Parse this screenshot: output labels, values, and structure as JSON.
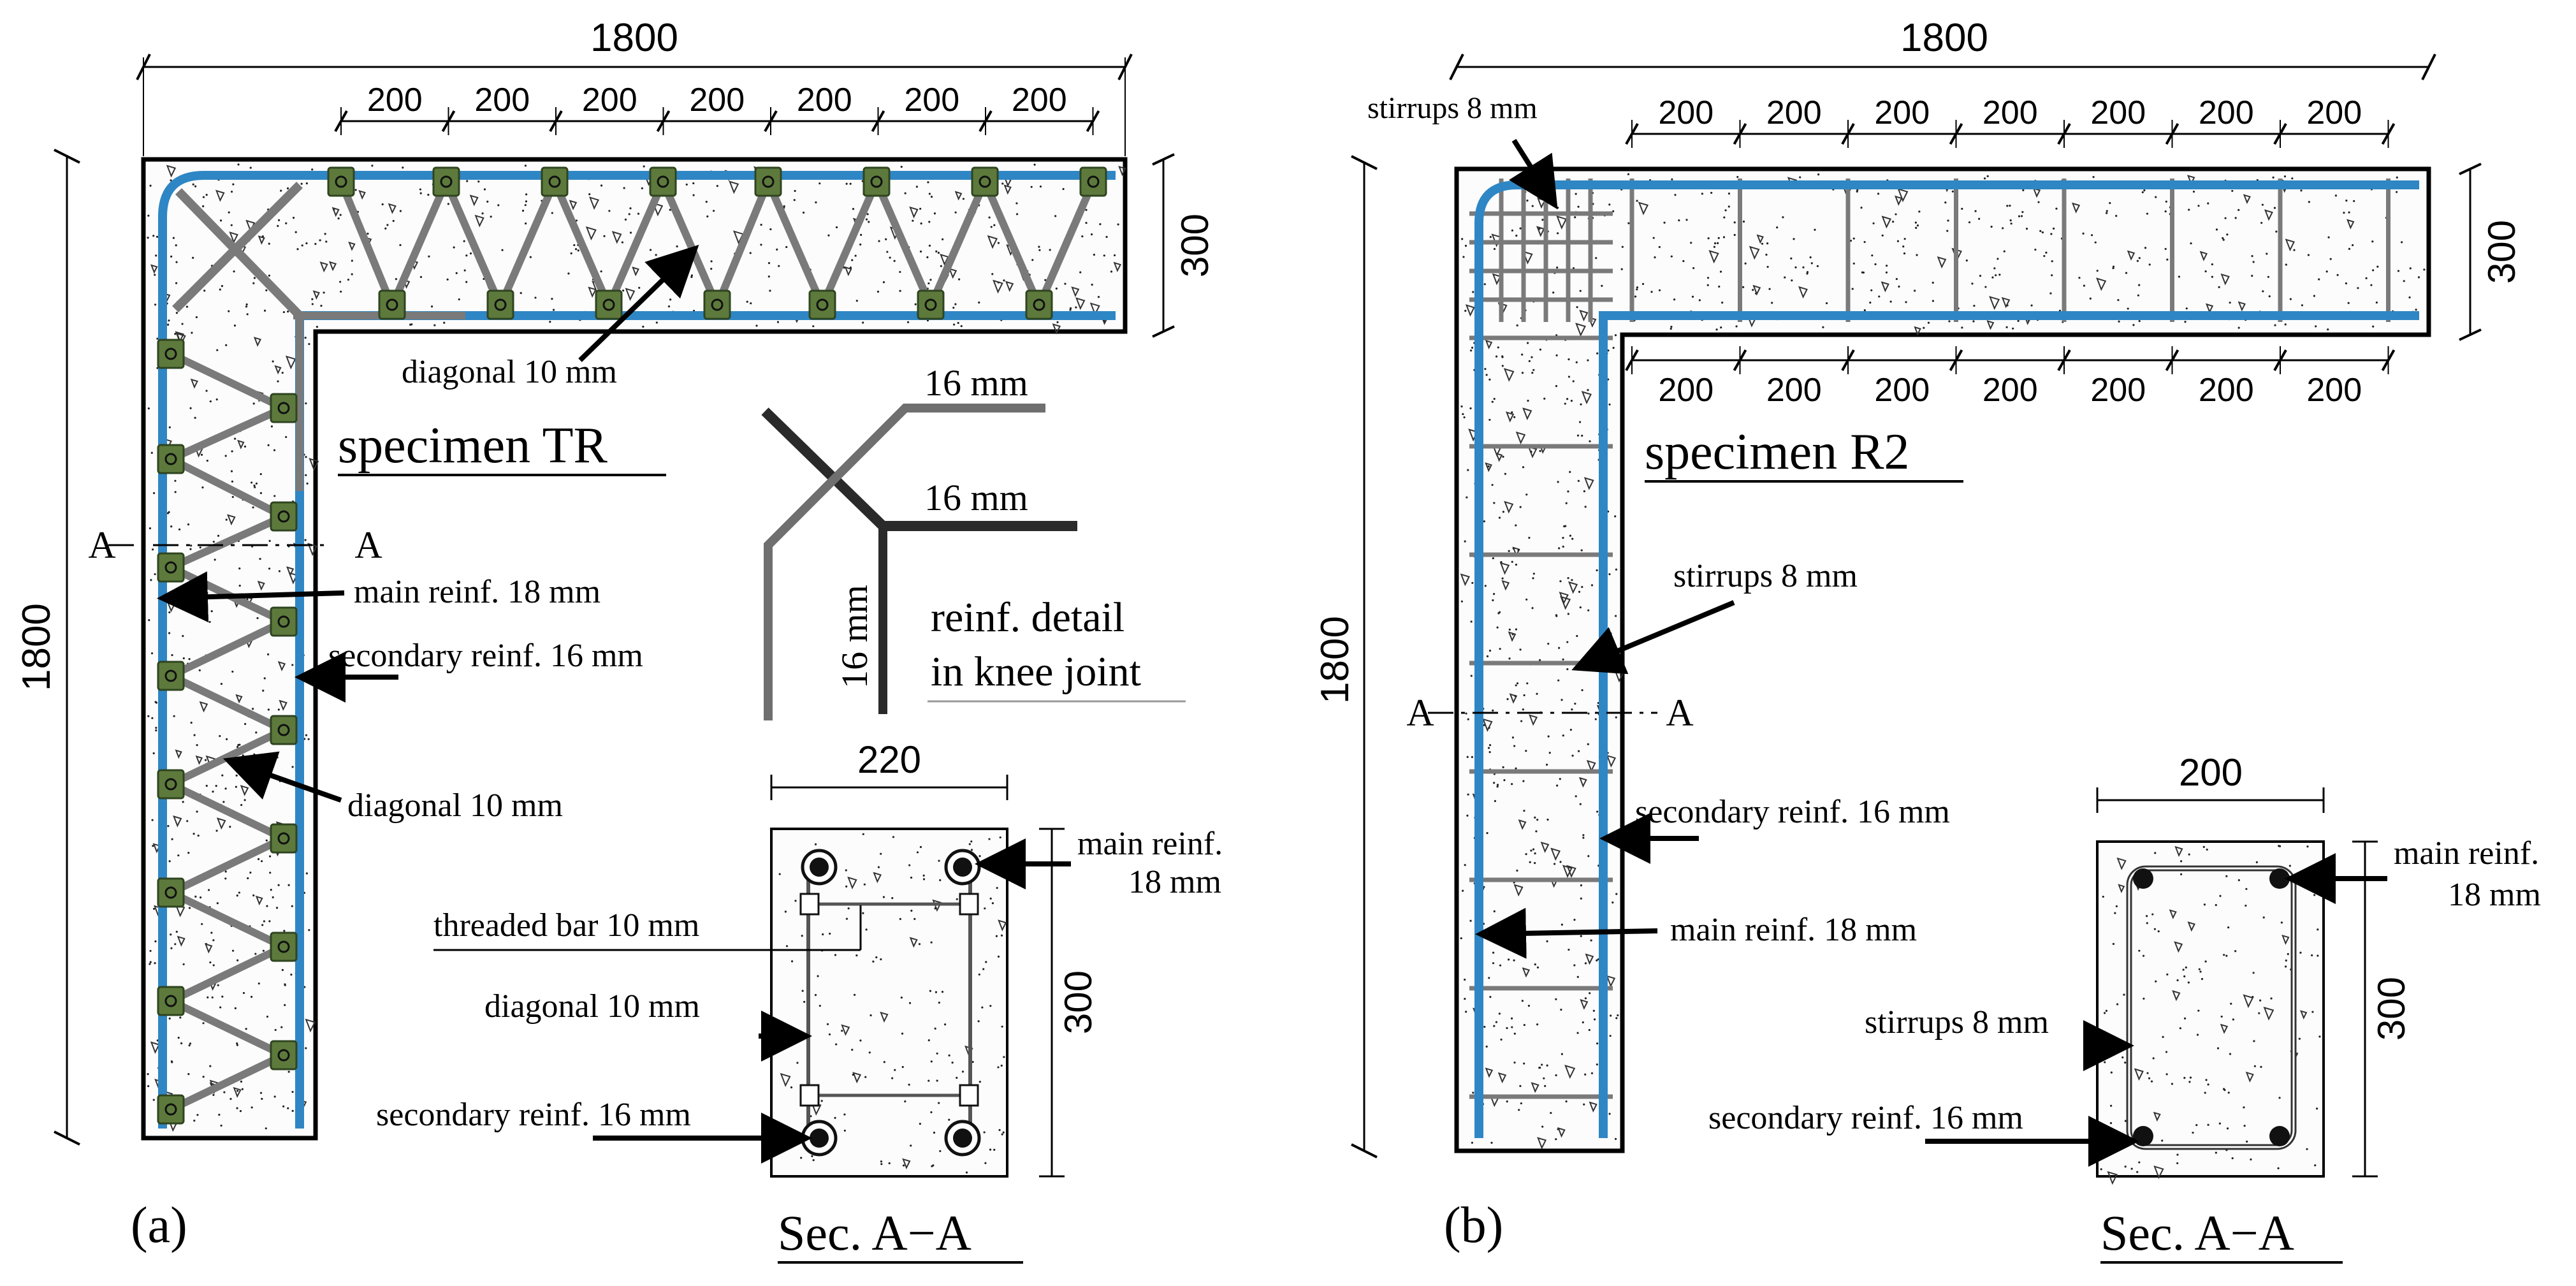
{
  "colors": {
    "main_bar": "#2f86c4",
    "diag_bar": "#7a7a7a",
    "clamp": "#5d7a3c",
    "clamp_dark": "#2f4420",
    "outline": "#000000"
  },
  "panel_a": {
    "label": "(a)",
    "dim_overall_width": "1800",
    "dim_overall_height": "1800",
    "dim_segment": "200",
    "dim_depth": "300",
    "specimen_title": "specimen TR",
    "label_diagonal_top": "diagonal 10 mm",
    "label_main_reinf": "main reinf. 18 mm",
    "label_secondary_reinf": "secondary reinf. 16 mm",
    "label_diagonal_col": "diagonal 10 mm",
    "section_mark": "A",
    "knee_label_1": "16 mm",
    "knee_label_2": "16 mm",
    "knee_label_3": "16 mm",
    "knee_caption_1": "reinf. detail",
    "knee_caption_2": "in knee joint",
    "sec_dim_width": "220",
    "sec_dim_height": "300",
    "sec_main_1": "main reinf.",
    "sec_main_2": "18 mm",
    "sec_threaded": "threaded bar 10 mm",
    "sec_diagonal": "diagonal 10 mm",
    "sec_secondary": "secondary reinf. 16 mm",
    "sec_title": "Sec. A−A"
  },
  "panel_b": {
    "label": "(b)",
    "dim_overall_width": "1800",
    "dim_overall_height": "1800",
    "dim_segment": "200",
    "dim_depth": "300",
    "specimen_title": "specimen R2",
    "label_stirrups_top": "stirrups 8 mm",
    "label_stirrups_col": "stirrups 8 mm",
    "label_secondary_reinf": "secondary reinf. 16 mm",
    "label_main_reinf": "main reinf. 18 mm",
    "section_mark": "A",
    "sec_dim_width": "200",
    "sec_dim_height": "300",
    "sec_main_1": "main reinf.",
    "sec_main_2": "18 mm",
    "sec_stirrups": "stirrups 8 mm",
    "sec_secondary": "secondary reinf. 16 mm",
    "sec_title": "Sec. A−A"
  }
}
